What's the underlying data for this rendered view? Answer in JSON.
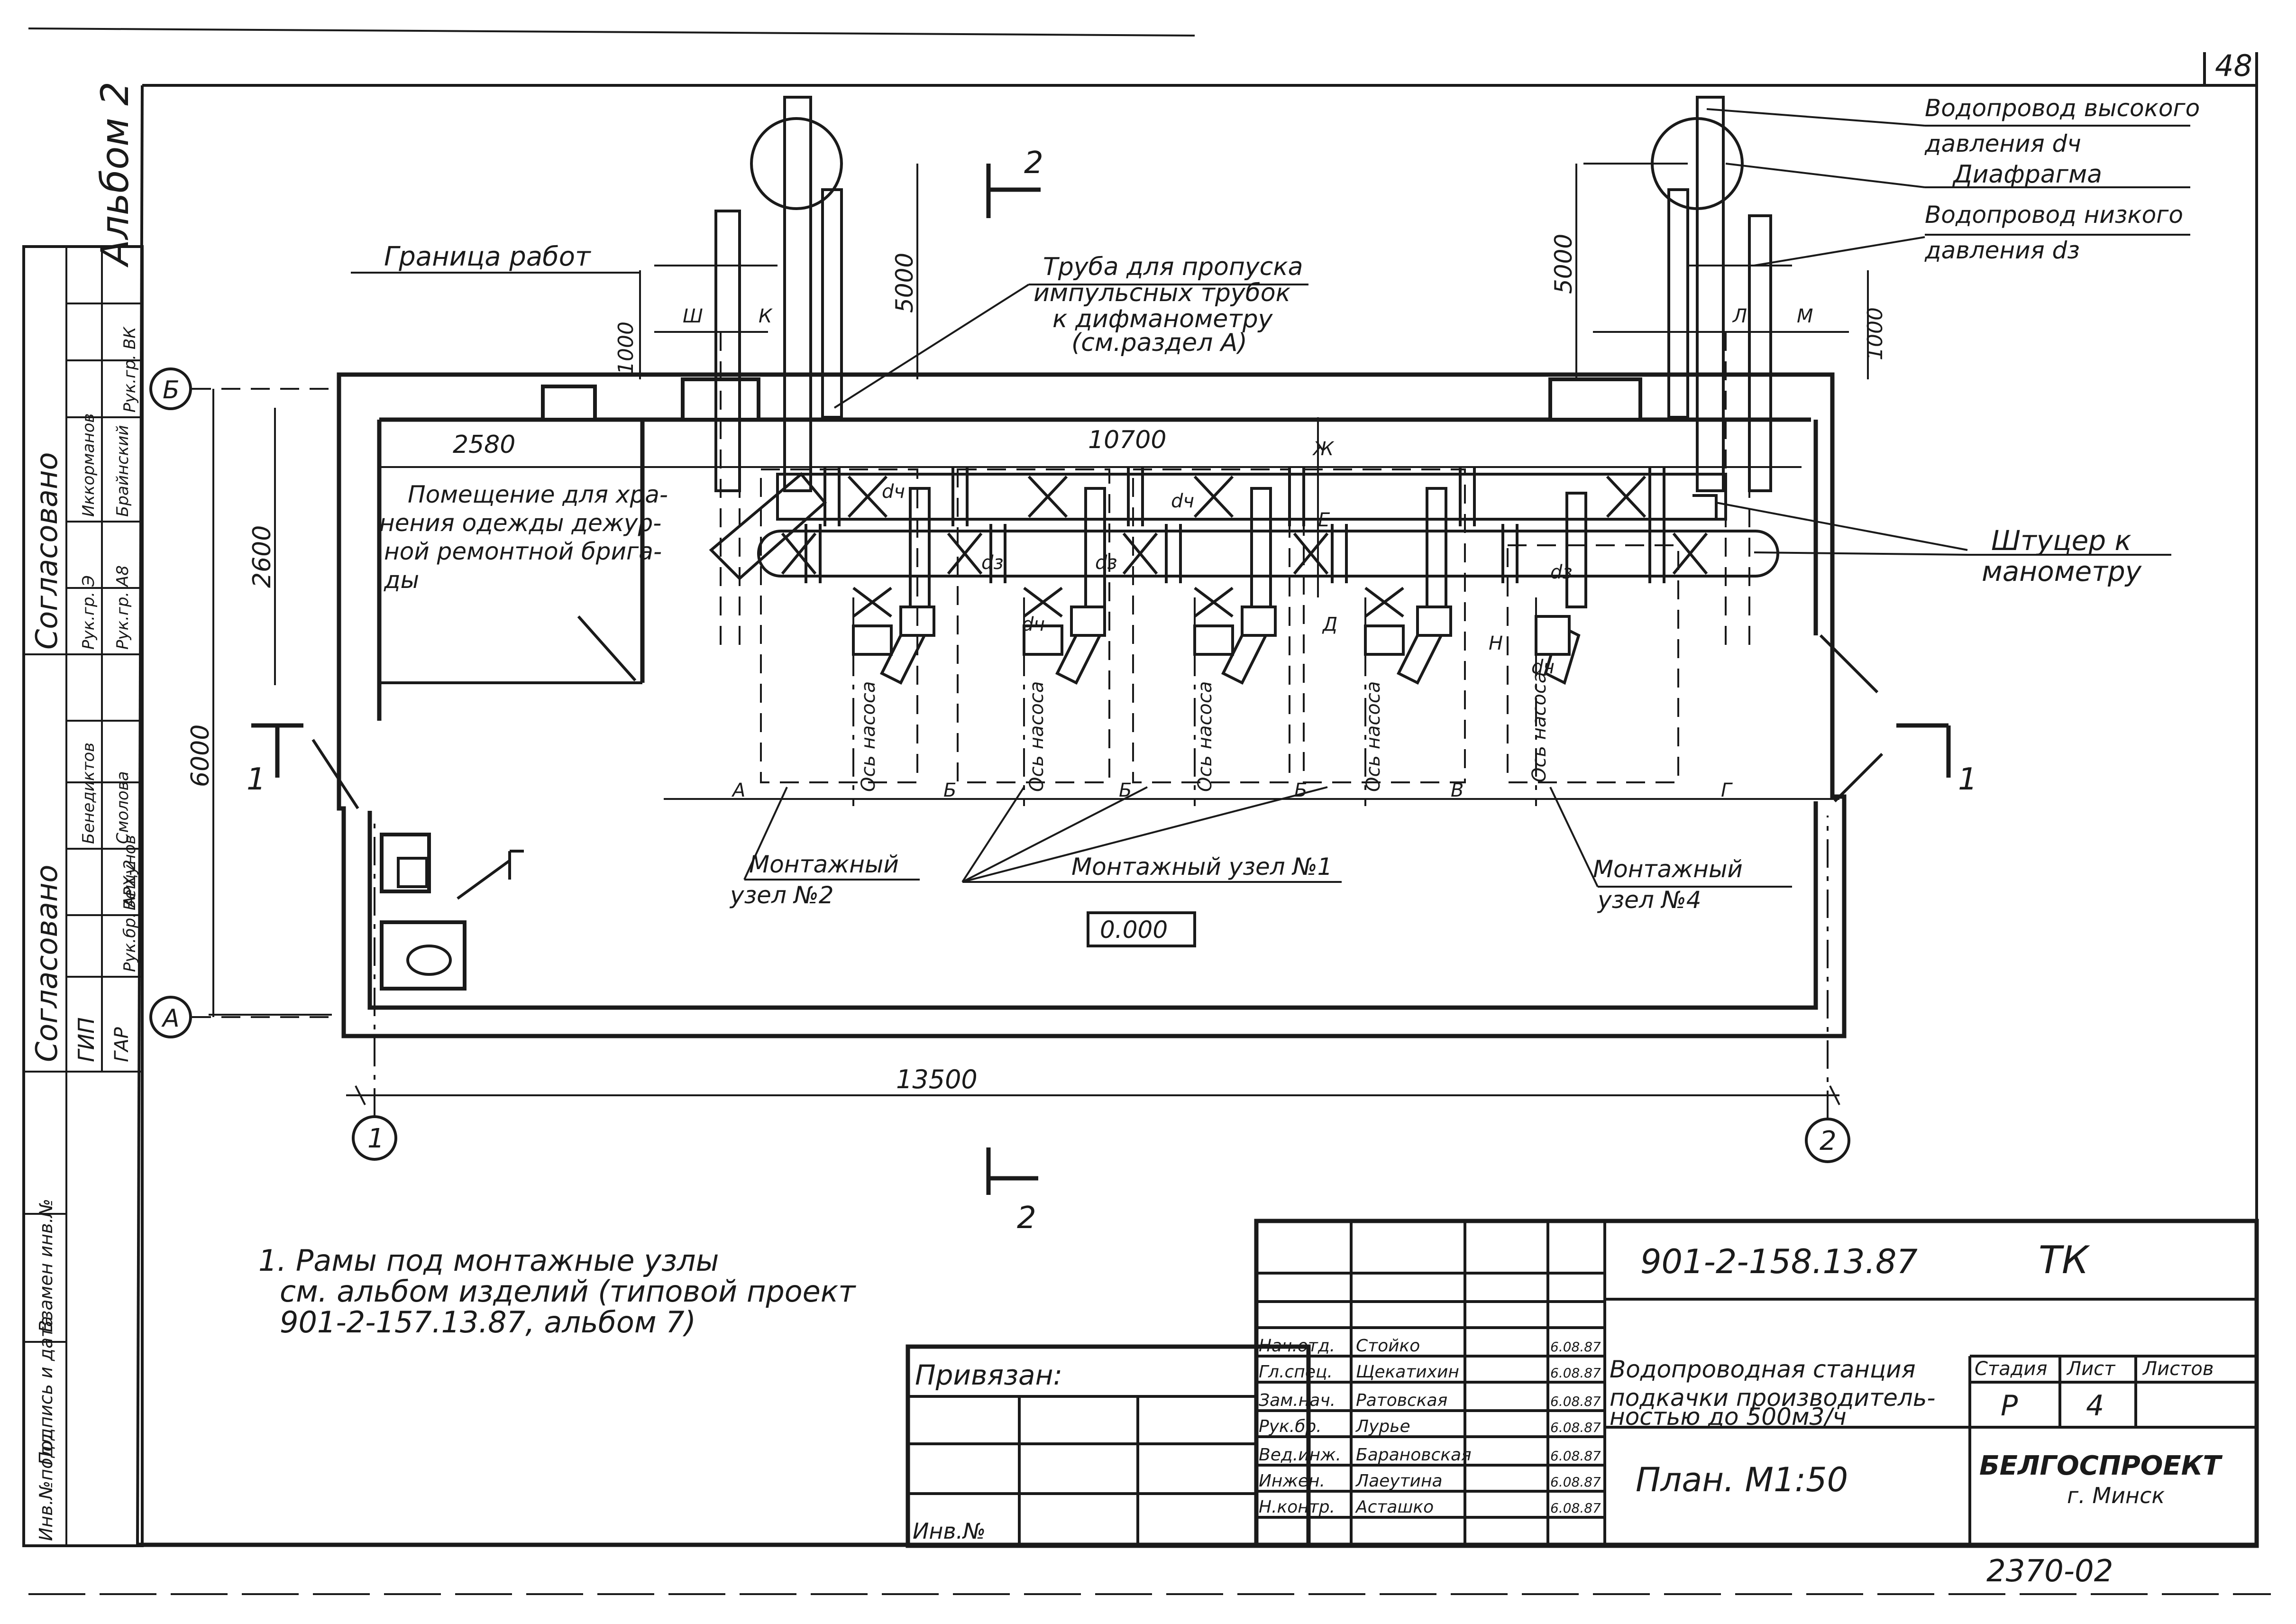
{
  "sheet": {
    "page_number": "48",
    "album_label": "Альбом 2",
    "designation": "901-2-158.13.87",
    "mark": "ТК",
    "title": "Водопроводная станция подкачки производительностью до 500м3/ч",
    "drawing_name": "План. М1:50",
    "organization": "БЕЛГОСПРОЕКТ",
    "city": "г. Минск",
    "archive_number": "2370-02",
    "stage_header": "Стадия",
    "sheet_header": "Лист",
    "sheets_header": "Листов",
    "stage": "Р",
    "sheet_no": "4",
    "bound_label": "Привязан:",
    "inv_label": "Инв.№"
  },
  "signatures": [
    {
      "role": "Нач.отд.",
      "name": "Стойко",
      "date": "6.08.87"
    },
    {
      "role": "Гл.спец.",
      "name": "Щекатихин",
      "date": "6.08.87"
    },
    {
      "role": "Зам.нач.",
      "name": "Ратовская",
      "date": "6.08.87"
    },
    {
      "role": "Рук.бр.",
      "name": "Лурье",
      "date": "6.08.87"
    },
    {
      "role": "Вед.инж.",
      "name": "Барановская",
      "date": "6.08.87"
    },
    {
      "role": "Инжен.",
      "name": "Лаеутина",
      "date": "6.08.87"
    },
    {
      "role": "Н.контр.",
      "name": "Асташко",
      "date": "6.08.87"
    }
  ],
  "side_stamp": {
    "agreed_header": "Согласовано",
    "agreed_header2": "Согласовано",
    "cells": [
      "ГИП",
      "ГАР",
      "Рук.бр. АРХ-2",
      "Бенедиктов",
      "Смолова",
      "Вещунов",
      "Рук.гр. Э",
      "Рук.гр. А8",
      "Иккорманов",
      "Брайнский",
      "Рук.гр. ВК"
    ],
    "inv_orig": "Инв.№подл.",
    "sign_date": "Подпись и дата",
    "replace_inv": "Взамен инв.№"
  },
  "labels": {
    "boundary": "Граница работ",
    "impulse_pipe": "Труба для пропуска импульсных трубок к дифманометру (см.раздел А)",
    "hp_main": "Водопровод высокого давления dч",
    "diaphragm": "Диафрагма",
    "lp_main": "Водопровод низкого давления dз",
    "fitting": "Штуцер к манометру",
    "room": "Помещение для хранения одежды дежурной ремонтной бригады",
    "unit2": "Монтажный узел №2",
    "unit1": "Монтажный узел №1",
    "unit4": "Монтажный узел №4",
    "elevation": "0.000",
    "pump_axis": "Ось насоса"
  },
  "dimensions": {
    "d_13500": "13500",
    "d_10700": "10700",
    "d_2580": "2580",
    "d_2600": "2600",
    "d_6000": "6000",
    "d_5000_left": "5000",
    "d_5000_right": "5000",
    "d_1000_left": "1000",
    "d_1000_right": "1000"
  },
  "grid_axes": {
    "a": "А",
    "b": "Б",
    "one": "1",
    "two": "2"
  },
  "sections": {
    "s1": "1",
    "s2": "2"
  },
  "letters": [
    "Ш",
    "К",
    "Л",
    "М",
    "Ж",
    "Е",
    "Д",
    "Н",
    "А",
    "Б",
    "Б",
    "Б",
    "В",
    "Г",
    "dч",
    "dз",
    "dз",
    "dз",
    "dч",
    "dч",
    "dч"
  ],
  "note": {
    "line1": "1. Рамы под монтажные узлы",
    "line2": "см. альбом изделий (типовой проект",
    "line3": "901-2-157.13.87, альбом 7)"
  }
}
